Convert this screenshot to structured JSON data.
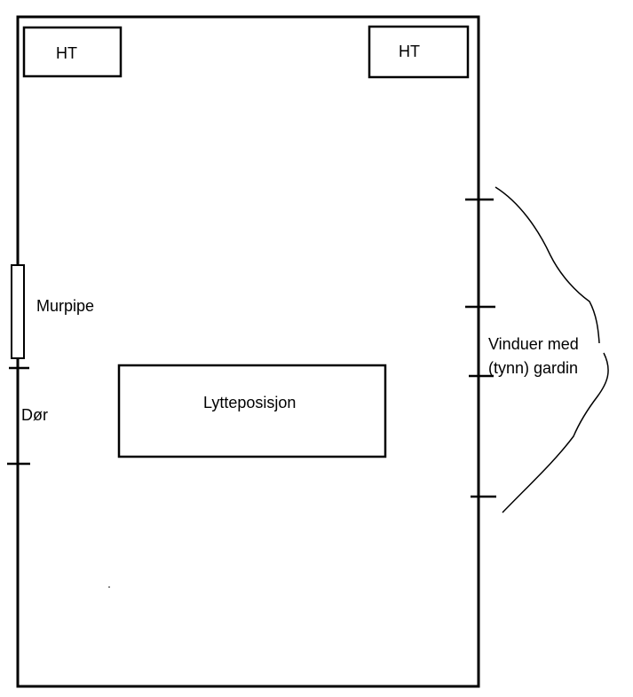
{
  "colors": {
    "line": "#000000",
    "background": "#ffffff"
  },
  "labels": {
    "speaker_left": "HT",
    "speaker_right": "HT",
    "chimney": "Murpipe",
    "door": "Dør",
    "listening_position": "Lytteposisjon",
    "windows_line1": "Vinduer med",
    "windows_line2": "(tynn) gardin"
  }
}
